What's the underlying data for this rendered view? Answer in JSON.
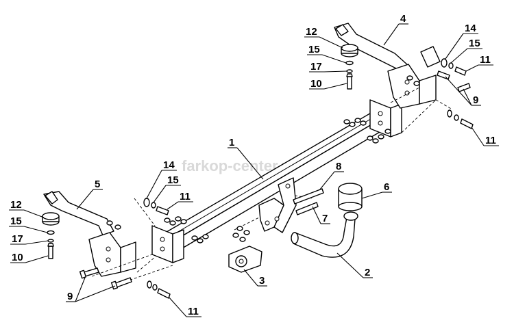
{
  "watermark": "farkop-center.ru",
  "callouts": {
    "c1": "1",
    "c2": "2",
    "c3": "3",
    "c4": "4",
    "c5": "5",
    "c6": "6",
    "c7": "7",
    "c8": "8",
    "c9a": "9",
    "c9b": "9",
    "c10a": "10",
    "c10b": "10",
    "c11a": "11",
    "c11b": "11",
    "c11c": "11",
    "c11d": "11",
    "c12a": "12",
    "c12b": "12",
    "c14a": "14",
    "c14b": "14",
    "c15a": "15",
    "c15b": "15",
    "c15c": "15",
    "c15d": "15",
    "c17a": "17",
    "c17b": "17"
  }
}
